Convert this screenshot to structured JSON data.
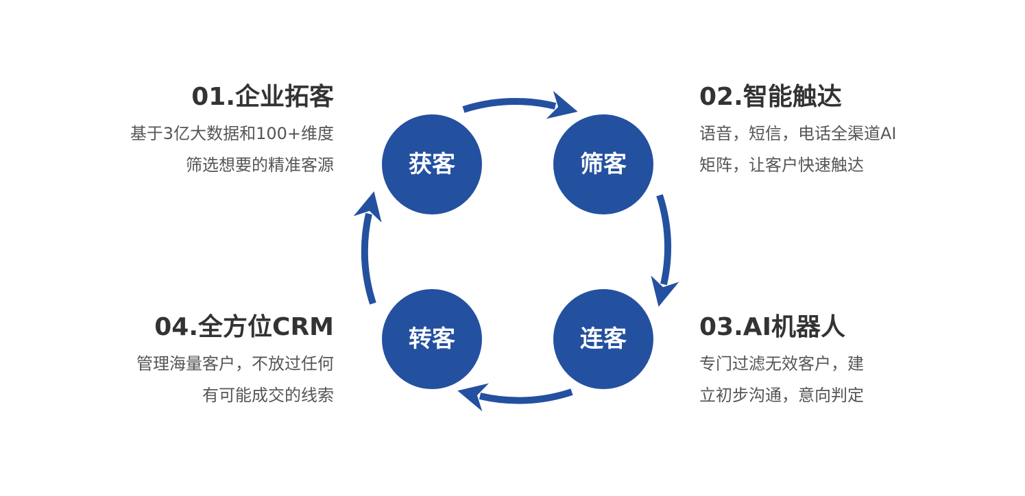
{
  "colors": {
    "accent": "#2450a0",
    "title_text": "#333333",
    "desc_text": "#555555"
  },
  "nodes": [
    {
      "label": "获客"
    },
    {
      "label": "筛客"
    },
    {
      "label": "连客"
    },
    {
      "label": "转客"
    }
  ],
  "steps": [
    {
      "title": "01.企业拓客",
      "lines": [
        "基于3亿大数据和100+维度",
        "筛选想要的精准客源"
      ]
    },
    {
      "title": "02.智能触达",
      "lines": [
        "语音，短信，电话全渠道AI",
        "矩阵，让客户快速触达"
      ]
    },
    {
      "title": "03.AI机器人",
      "lines": [
        "专门过滤无效客户，建",
        "立初步沟通，意向判定"
      ]
    },
    {
      "title": "04.全方位CRM",
      "lines": [
        "管理海量客户，不放过任何",
        "有可能成交的线索"
      ]
    }
  ]
}
